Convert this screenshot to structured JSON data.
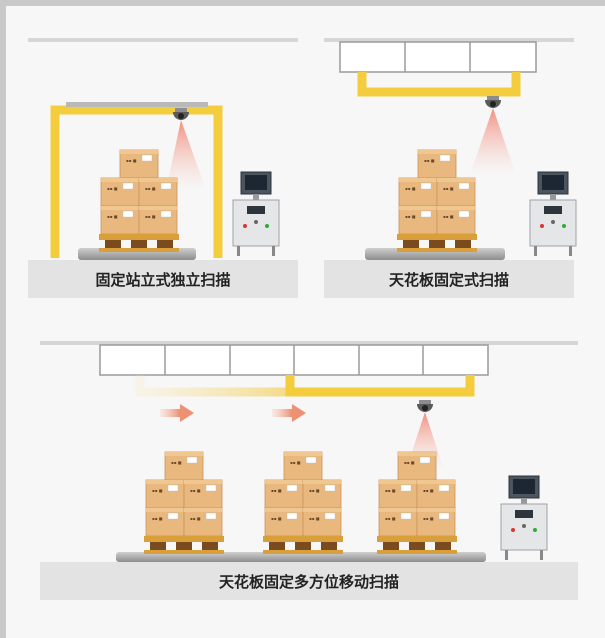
{
  "panels": {
    "top_left": {
      "label": "固定站立式独立扫描"
    },
    "top_right": {
      "label": "天花板固定式扫描"
    },
    "bottom": {
      "label": "天花板固定多方位移动扫描"
    }
  },
  "colors": {
    "frame_yellow": "#f4cd3f",
    "box": "#e7b37c",
    "box_dark": "#c98f55",
    "pallet": "#d59a35",
    "conveyor": "#9a9a9a",
    "arrow": "#f2a58a",
    "beam": "#f5b7a8"
  },
  "icons": {
    "camera": "dome-camera-icon",
    "terminal": "control-terminal-icon",
    "arrow": "right-arrow-icon"
  }
}
